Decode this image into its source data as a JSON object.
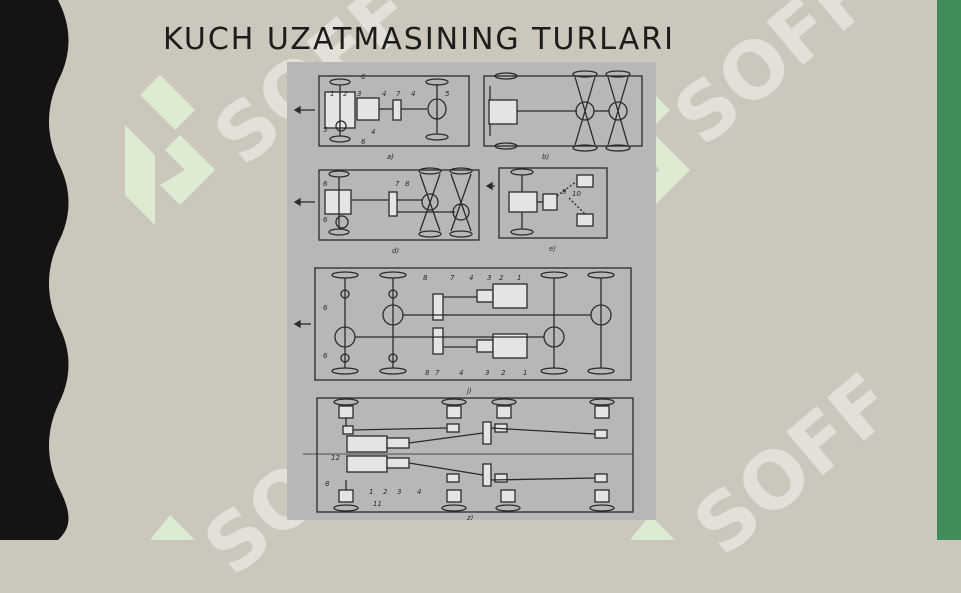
{
  "slide": {
    "title": "KUCH UZATMASINING TURLARI",
    "watermark_text": "SOFF",
    "colors": {
      "background": "#cbc8bb",
      "left_band": "#151313",
      "right_stripe": "#3f8d5b",
      "figure_bg": "#b7b8b6",
      "ink": "#2a2a2a"
    }
  },
  "figure": {
    "panel_a": {
      "caption": "a)",
      "labels": [
        "1",
        "2",
        "3",
        "4",
        "7",
        "4",
        "5",
        "6",
        "5",
        "4",
        "6"
      ]
    },
    "panel_b": {
      "caption": "b)"
    },
    "panel_c": {
      "caption": "d)",
      "labels": [
        "6",
        "7",
        "8",
        "6"
      ]
    },
    "panel_d": {
      "caption": "e)",
      "labels": [
        "9",
        "10"
      ]
    },
    "panel_e": {
      "caption": "j)",
      "labels_top": [
        "8",
        "7",
        "4",
        "3",
        "2",
        "1"
      ],
      "labels_bottom": [
        "8",
        "7",
        "4",
        "3",
        "2",
        "1"
      ],
      "labels_left": [
        "6",
        "6"
      ]
    },
    "panel_f": {
      "caption": "z)",
      "labels": [
        "12",
        "8",
        "1",
        "2",
        "3",
        "4",
        "11"
      ]
    }
  }
}
